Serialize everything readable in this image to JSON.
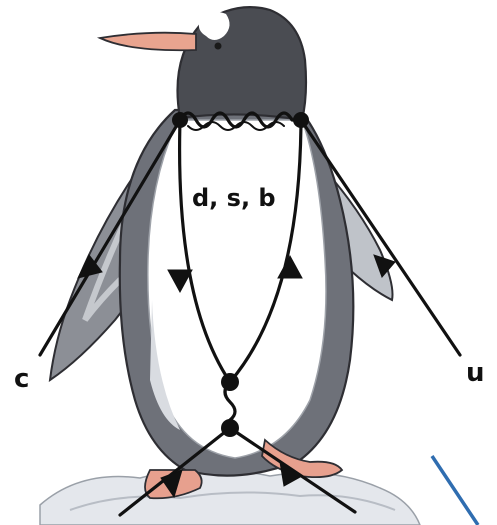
{
  "labels": {
    "quarks": "d, s, b",
    "left_leg": "c",
    "right_leg": "u"
  },
  "colors": {
    "penguin_dark": "#3f3f44",
    "penguin_mid": "#8c8f96",
    "belly": "#ffffff",
    "beak": "#e9a48f",
    "feet": "#e7a08e",
    "ice": "#dfe2e8",
    "lines": "#111111",
    "accent_line": "#2f6db0"
  },
  "icons": {
    "arrow": "filled-triangle-arrow",
    "vertex": "filled-dot"
  }
}
